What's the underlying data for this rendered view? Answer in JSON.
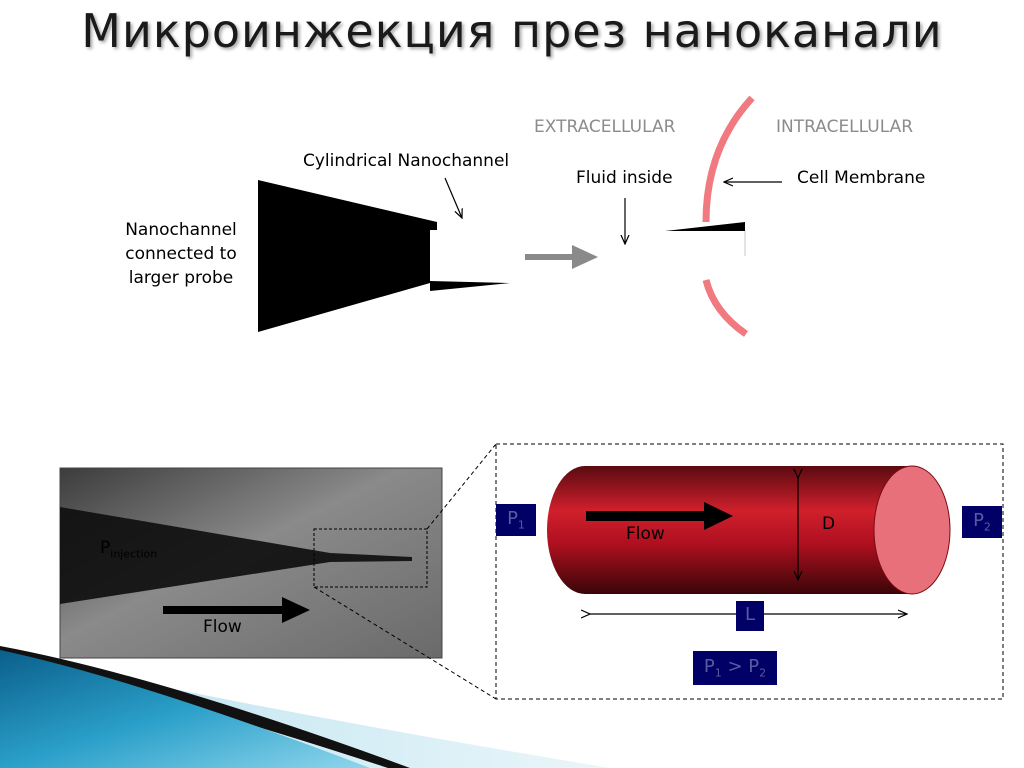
{
  "title": "Микроинжекция през наноканали",
  "top_diagram": {
    "extracellular": "EXTRACELLULAR",
    "intracellular": "INTRACELLULAR",
    "cylindrical_nanochannel": "Cylindrical Nanochannel",
    "fluid_inside": "Fluid inside",
    "cell_membrane": "Cell Membrane",
    "probe_label": [
      "Nanochannel",
      "connected to",
      "larger probe"
    ]
  },
  "photo": {
    "p_label": "P",
    "p_sub": "injection",
    "flow": "Flow"
  },
  "cylinder": {
    "flow": "Flow",
    "diameter": "D",
    "length": "L",
    "p1": "P",
    "p1_sub": "1",
    "p2": "P",
    "p2_sub": "2",
    "relation_p1": "P",
    "relation_p1_sub": "1",
    "relation_op": " > ",
    "relation_p2": "P",
    "relation_p2_sub": "2"
  },
  "colors": {
    "membrane": "#f07a7f",
    "cylinder_body": "#b01020",
    "cylinder_end": "#e8707a",
    "pressure_box": "#000066",
    "arrow_grey": "#8a8a8a"
  }
}
